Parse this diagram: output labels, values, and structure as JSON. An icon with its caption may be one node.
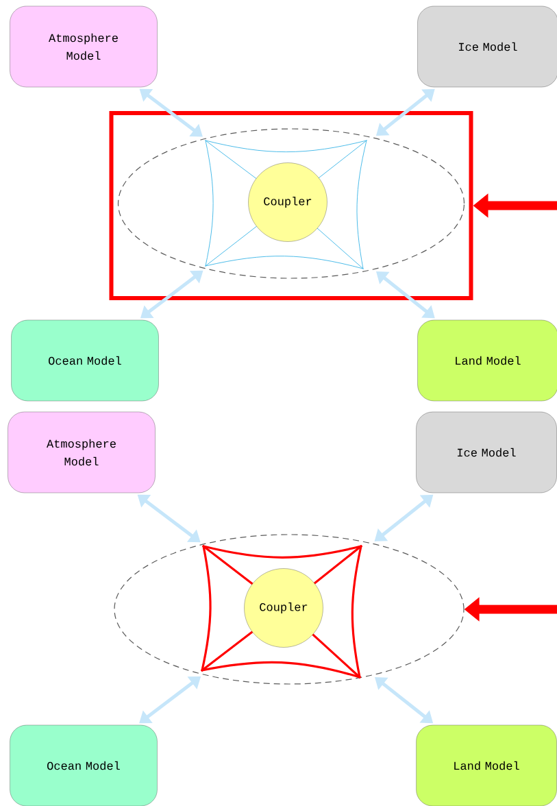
{
  "diagram": {
    "nodes": [
      {
        "text": [
          "Atmosphere Model"
        ]
      },
      {
        "text": [
          "Ice Model"
        ]
      },
      {
        "text": [],
        "shape": "box"
      },
      {
        "text": [],
        "shape": "ellipse",
        "in": 2
      },
      {
        "text": [
          "Coupler"
        ],
        "in": 3
      },
      {
        "text": [
          "Ocean Model"
        ]
      },
      {
        "text": [
          "Land Model"
        ]
      },
      {
        "text": [
          "Atmosphere Model"
        ]
      },
      {
        "text": [
          "Ice Model"
        ]
      },
      {
        "text": [],
        "shape": "ellipse"
      },
      {
        "text": [
          "Coupler"
        ],
        "in": 9
      },
      {
        "text": [
          "Ocean Model"
        ]
      },
      {
        "text": [
          "Land Model"
        ]
      }
    ],
    "edges": [
      {
        "from": 0,
        "to": 3,
        "arrow": "both"
      },
      {
        "from": 1,
        "to": 3,
        "arrow": "both"
      },
      {
        "from": 5,
        "to": 3,
        "arrow": "both"
      },
      {
        "from": 6,
        "to": 3,
        "arrow": "both"
      },
      {
        "from": null,
        "to": 2,
        "arrow": "to",
        "style": "thick",
        "color": "#ff0000"
      },
      {
        "from": 7,
        "to": 9,
        "arrow": "both"
      },
      {
        "from": 8,
        "to": 9,
        "arrow": "both"
      },
      {
        "from": 11,
        "to": 9,
        "arrow": "both"
      },
      {
        "from": 12,
        "to": 9,
        "arrow": "both"
      },
      {
        "from": null,
        "to": 9,
        "arrow": "to",
        "style": "thick",
        "color": "#ff0000"
      }
    ]
  }
}
